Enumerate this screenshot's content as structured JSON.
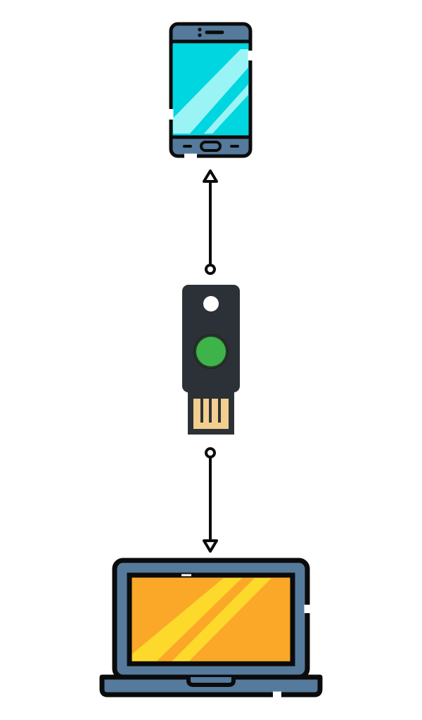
{
  "diagram": {
    "nodes": [
      {
        "id": "phone",
        "icon": "smartphone-icon"
      },
      {
        "id": "key",
        "icon": "usb-security-key-icon"
      },
      {
        "id": "laptop",
        "icon": "laptop-icon"
      }
    ],
    "connections": [
      {
        "from": "key",
        "to": "phone",
        "style": "dot-to-arrow"
      },
      {
        "from": "key",
        "to": "laptop",
        "style": "dot-to-arrow"
      }
    ]
  },
  "colors": {
    "background": "#ffffff",
    "outline": "#0b0b0b",
    "phone_body": "#557a9c",
    "phone_screen": "#00d6e0",
    "phone_glare": "#9af3f5",
    "key_body": "#2c3137",
    "key_button": "#3db34a",
    "key_contacts": "#f2cf8f",
    "laptop_body": "#557a9c",
    "laptop_screen": "#fba828",
    "laptop_glare": "#fdd92c"
  }
}
